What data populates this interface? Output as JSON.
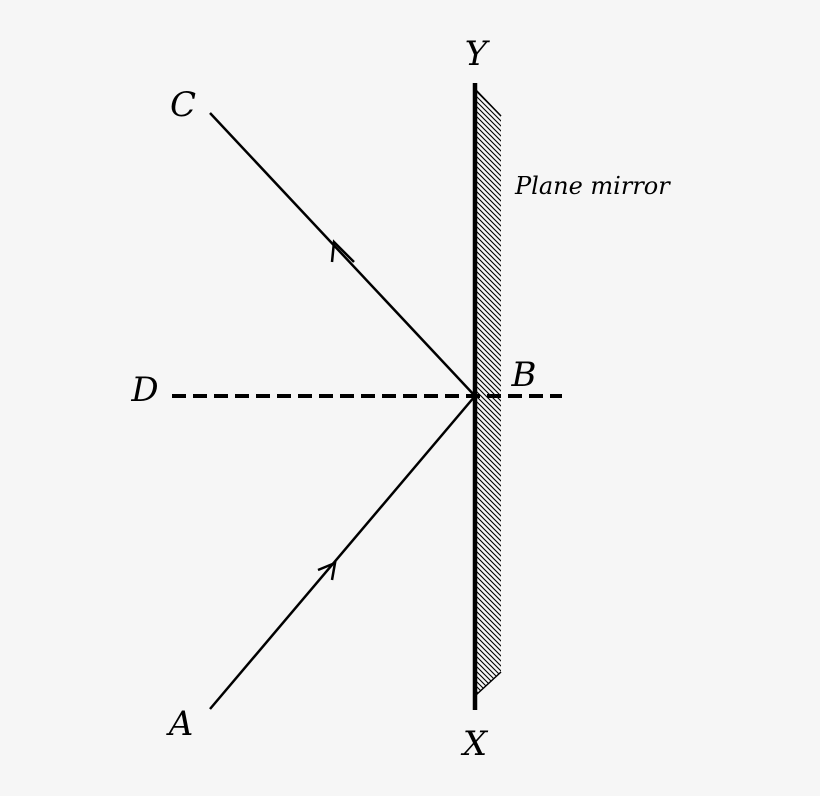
{
  "labels": {
    "top": "Y",
    "bottom": "X",
    "reflected_end": "C",
    "incident_start": "A",
    "normal_end": "D",
    "incidence_point": "B",
    "mirror": "Plane mirror"
  },
  "colors": {
    "background": "#f6f6f6",
    "ink": "#000000"
  }
}
